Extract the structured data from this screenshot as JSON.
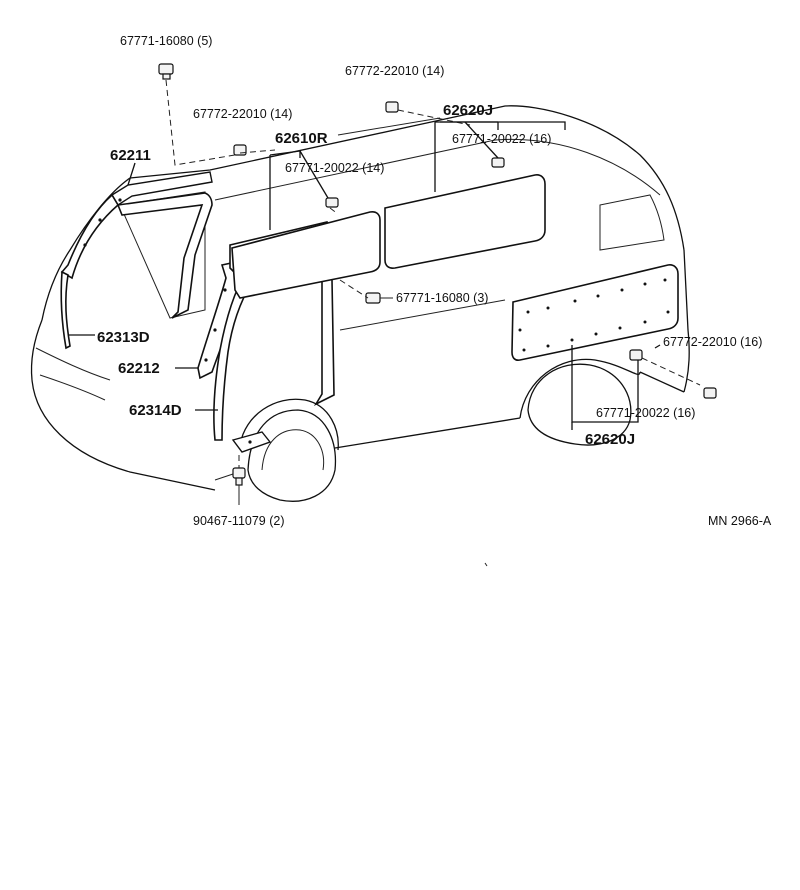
{
  "labels": {
    "l1": "67771-16080 (5)",
    "l2": "67772-22010 (14)",
    "l3": "67772-22010 (14)",
    "l4": "62620J",
    "l5": "62610R",
    "l6": "67771-20022 (16)",
    "l7": "62211",
    "l8": "67771-20022 (14)",
    "l9": "67771-16080 (3)",
    "l10": "62313D",
    "l11": "62212",
    "l12": "67772-22010 (16)",
    "l13": "62314D",
    "l14": "67771-20022 (16)",
    "l15": "62620J",
    "l16": "90467-11079 (2)",
    "l17": "MN 2966-A"
  }
}
